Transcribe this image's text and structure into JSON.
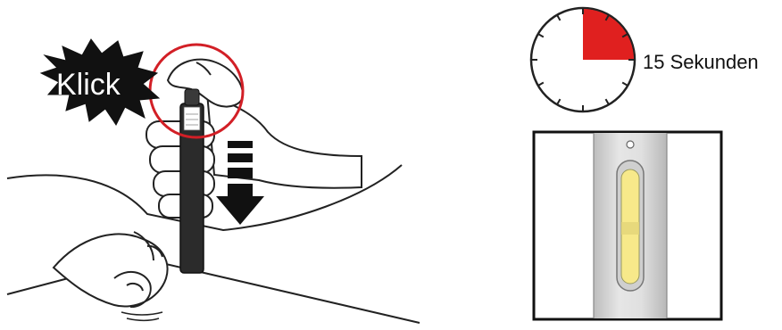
{
  "injection_illustration": {
    "callout_text": "Klick"
  },
  "timer": {
    "label": "15 Sekunden",
    "elapsed_fraction": 0.25,
    "fill_color": "#e0201f"
  },
  "window_view": {
    "indicator_color": "#f7e98a"
  }
}
